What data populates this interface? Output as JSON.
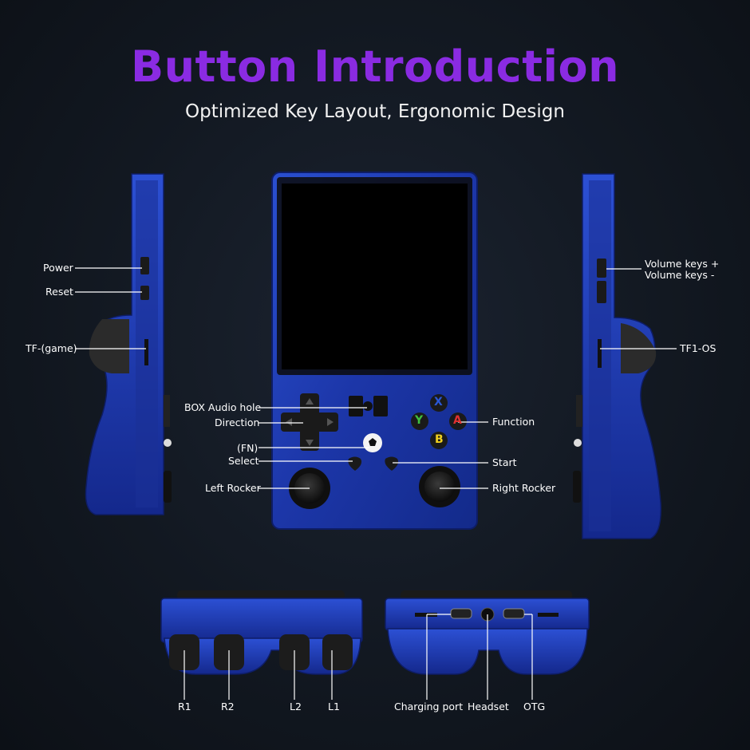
{
  "header": {
    "title": "Button Introduction",
    "subtitle": "Optimized Key Layout, Ergonomic Design"
  },
  "colors": {
    "accent": "#8a2be2",
    "shell_blue": "#1f3fb8",
    "screen": "#000000",
    "button_x": "#2a57d6",
    "button_y": "#3fbf3f",
    "button_a": "#e03030",
    "button_b": "#f0d020"
  },
  "face_buttons": {
    "x": "X",
    "y": "Y",
    "a": "A",
    "b": "B"
  },
  "labels": {
    "left_side": {
      "power": "Power",
      "reset": "Reset",
      "tf_game": "TF-(game)"
    },
    "right_side": {
      "volume_up": "Volume keys +",
      "volume_down": "Volume keys -",
      "tf1_os": "TF1-OS"
    },
    "front_left": {
      "box_audio": "BOX Audio hole",
      "direction": "Direction",
      "fn": "(FN)",
      "select": "Select",
      "left_rocker": "Left Rocker"
    },
    "front_right": {
      "function": "Function",
      "start": "Start",
      "right_rocker": "Right Rocker"
    },
    "top_view": {
      "r1": "R1",
      "r2": "R2",
      "l2": "L2",
      "l1": "L1"
    },
    "bottom_view": {
      "charging": "Charging port",
      "headset": "Headset",
      "otg": "OTG"
    }
  }
}
